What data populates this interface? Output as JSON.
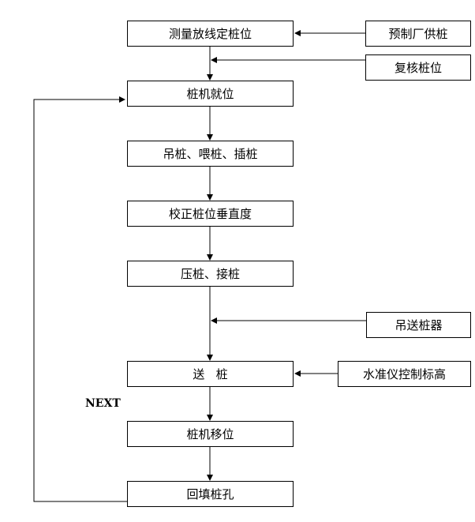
{
  "steps": [
    {
      "label": "测量放线定桩位"
    },
    {
      "label": "桩机就位"
    },
    {
      "label": "吊桩、喂桩、插桩"
    },
    {
      "label": "校正桩位垂直度"
    },
    {
      "label": "压桩、接桩"
    },
    {
      "label": "送   桩"
    },
    {
      "label": "桩机移位"
    },
    {
      "label": "回填桩孔"
    }
  ],
  "inputs": [
    {
      "label": "预制厂供桩"
    },
    {
      "label": "复核桩位"
    },
    {
      "label": "吊送桩器"
    },
    {
      "label": "水准仪控制标高"
    }
  ],
  "loop_label": "NEXT"
}
